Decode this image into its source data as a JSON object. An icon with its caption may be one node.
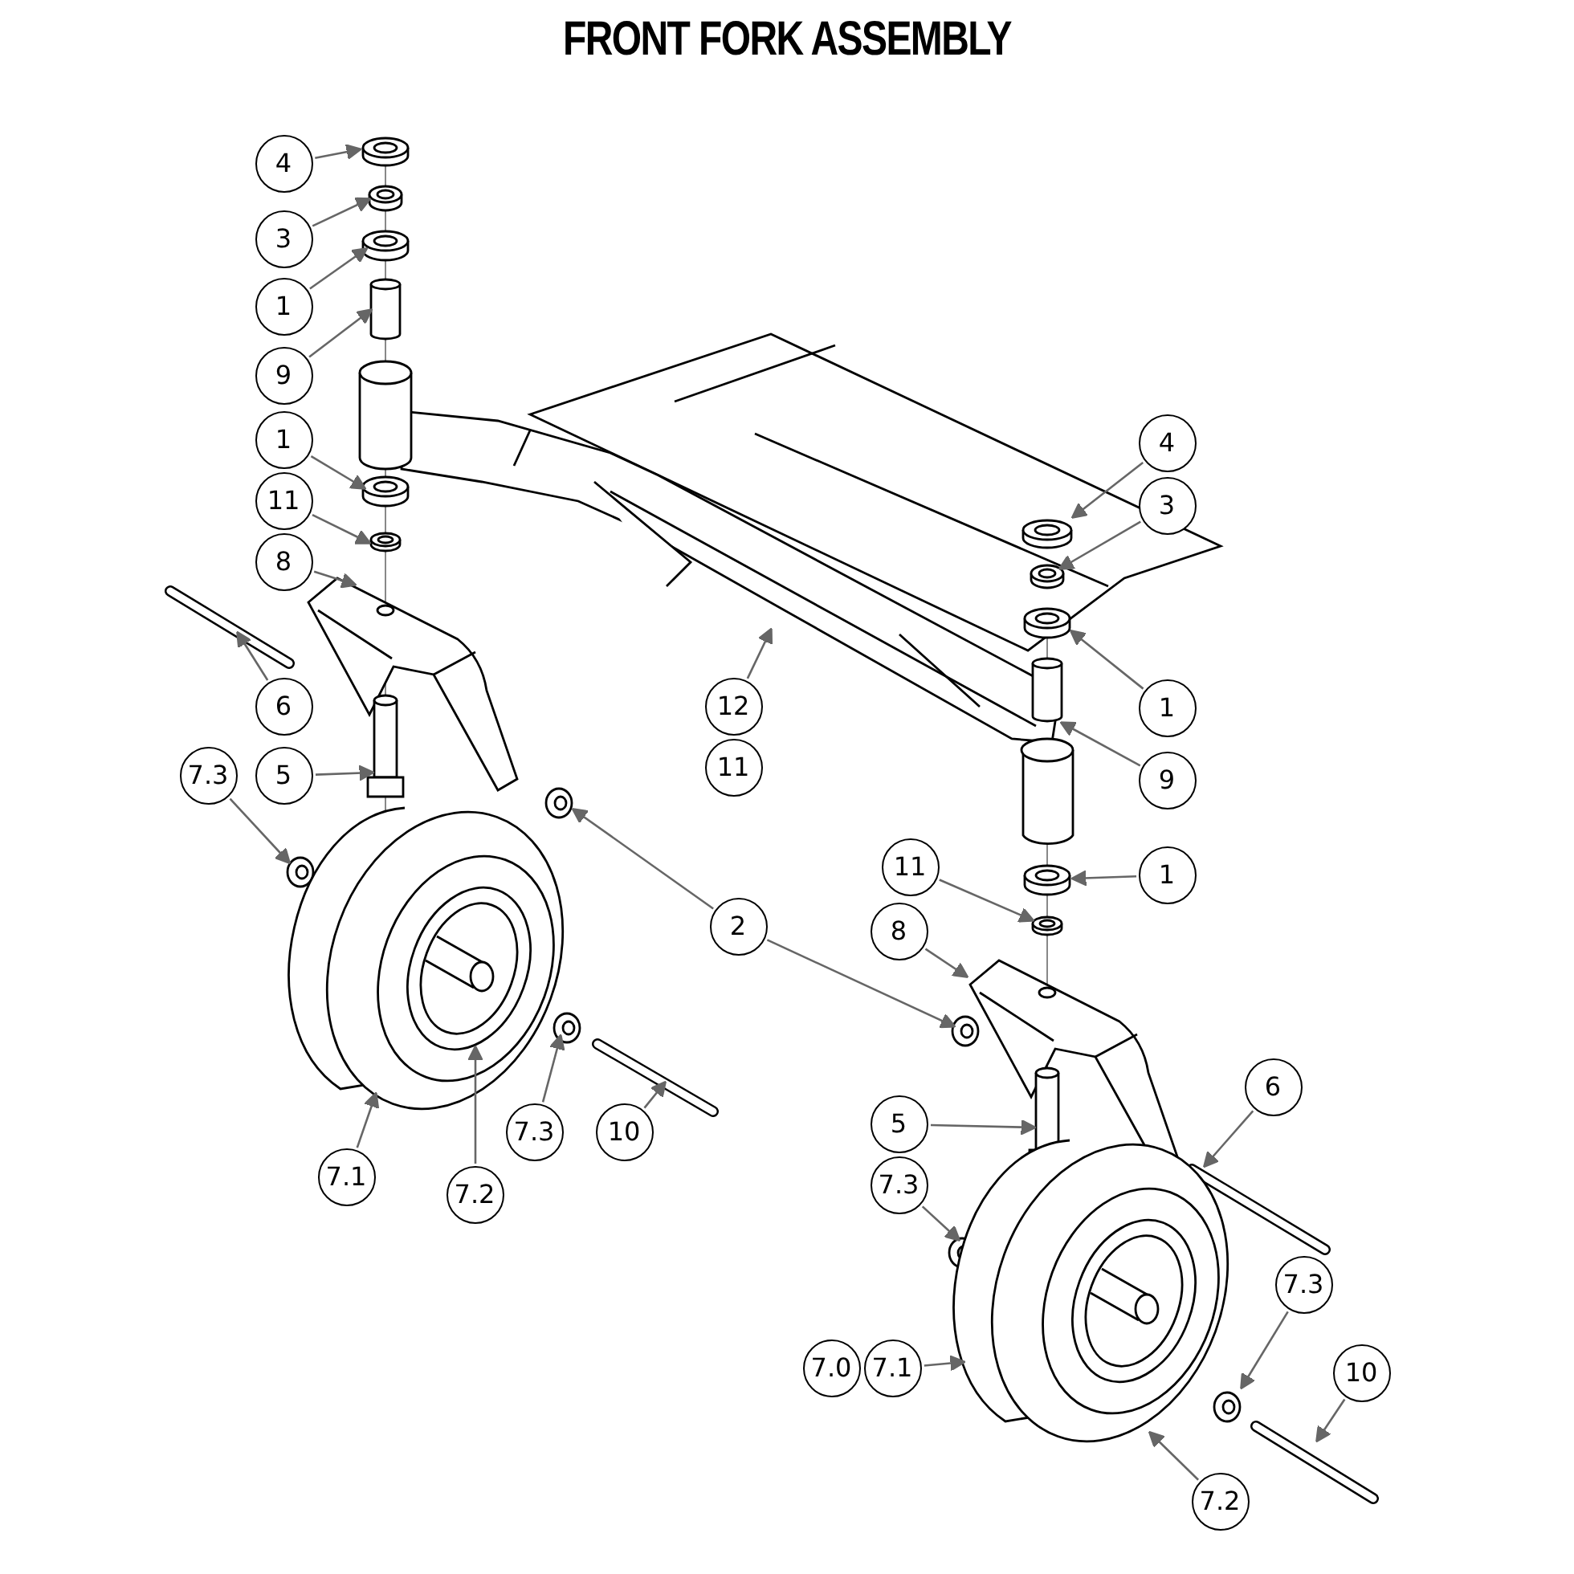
{
  "diagram": {
    "title": "FRONT FORK ASSEMBLY",
    "nodes": [
      {
        "text": [
          "4"
        ]
      },
      {
        "text": [
          "3"
        ]
      },
      {
        "text": [
          "1"
        ]
      },
      {
        "text": [
          "9"
        ]
      },
      {
        "text": [
          "1"
        ]
      },
      {
        "text": [
          "11"
        ]
      },
      {
        "text": [
          "8"
        ]
      },
      {
        "text": [
          "6"
        ]
      },
      {
        "text": [
          "5"
        ]
      },
      {
        "text": [
          "7.3"
        ]
      },
      {
        "text": [
          "2"
        ]
      },
      {
        "text": [
          "7.1"
        ]
      },
      {
        "text": [
          "7.2"
        ]
      },
      {
        "text": [
          "7.3"
        ]
      },
      {
        "text": [
          "10"
        ]
      },
      {
        "text": [
          "12"
        ]
      },
      {
        "text": [
          "11"
        ]
      },
      {
        "text": [
          "4"
        ]
      },
      {
        "text": [
          "3"
        ]
      },
      {
        "text": [
          "1"
        ]
      },
      {
        "text": [
          "9"
        ]
      },
      {
        "text": [
          "1"
        ]
      },
      {
        "text": [
          "11"
        ]
      },
      {
        "text": [
          "8"
        ]
      },
      {
        "text": [
          "5"
        ]
      },
      {
        "text": [
          "6"
        ]
      },
      {
        "text": [
          "7.3"
        ]
      },
      {
        "text": [
          "7.0"
        ]
      },
      {
        "text": [
          "7.1"
        ]
      },
      {
        "text": [
          "7.3"
        ]
      },
      {
        "text": [
          "10"
        ]
      },
      {
        "text": [
          "7.2"
        ]
      },
      {
        "text": [],
        "shape": "bar"
      }
    ],
    "edges": [
      {
        "from": 0,
        "to": null,
        "arrow": "to"
      },
      {
        "from": 1,
        "to": null,
        "arrow": "to"
      },
      {
        "from": 2,
        "to": null,
        "arrow": "to"
      },
      {
        "from": 3,
        "to": null,
        "arrow": "to"
      },
      {
        "from": 4,
        "to": null,
        "arrow": "to"
      },
      {
        "from": 5,
        "to": null,
        "arrow": "to"
      },
      {
        "from": 6,
        "to": null,
        "arrow": "to"
      },
      {
        "from": 7,
        "to": 32,
        "arrow": "to"
      },
      {
        "from": 8,
        "to": null,
        "arrow": "to"
      },
      {
        "from": 9,
        "to": null,
        "arrow": "to"
      },
      {
        "from": 10,
        "to": null,
        "arrow": "to"
      },
      {
        "from": 10,
        "to": null,
        "arrow": "to"
      },
      {
        "from": 11,
        "to": null,
        "arrow": "to"
      },
      {
        "from": 12,
        "to": null,
        "arrow": "to"
      },
      {
        "from": 13,
        "to": null,
        "arrow": "to"
      },
      {
        "from": 14,
        "to": null,
        "arrow": "to"
      },
      {
        "from": 15,
        "to": null,
        "arrow": "to"
      },
      {
        "from": 17,
        "to": null,
        "arrow": "to"
      },
      {
        "from": 18,
        "to": null,
        "arrow": "to"
      },
      {
        "from": 19,
        "to": null,
        "arrow": "to"
      },
      {
        "from": 20,
        "to": null,
        "arrow": "to"
      },
      {
        "from": 21,
        "to": null,
        "arrow": "to"
      },
      {
        "from": 22,
        "to": null,
        "arrow": "to"
      },
      {
        "from": 23,
        "to": null,
        "arrow": "to"
      },
      {
        "from": 24,
        "to": null,
        "arrow": "to"
      },
      {
        "from": 25,
        "to": null,
        "arrow": "to"
      },
      {
        "from": 26,
        "to": null,
        "arrow": "to"
      },
      {
        "from": 28,
        "to": null,
        "arrow": "to"
      },
      {
        "from": 29,
        "to": null,
        "arrow": "to"
      },
      {
        "from": 30,
        "to": null,
        "arrow": "to"
      },
      {
        "from": 31,
        "to": null,
        "arrow": "to"
      }
    ]
  }
}
